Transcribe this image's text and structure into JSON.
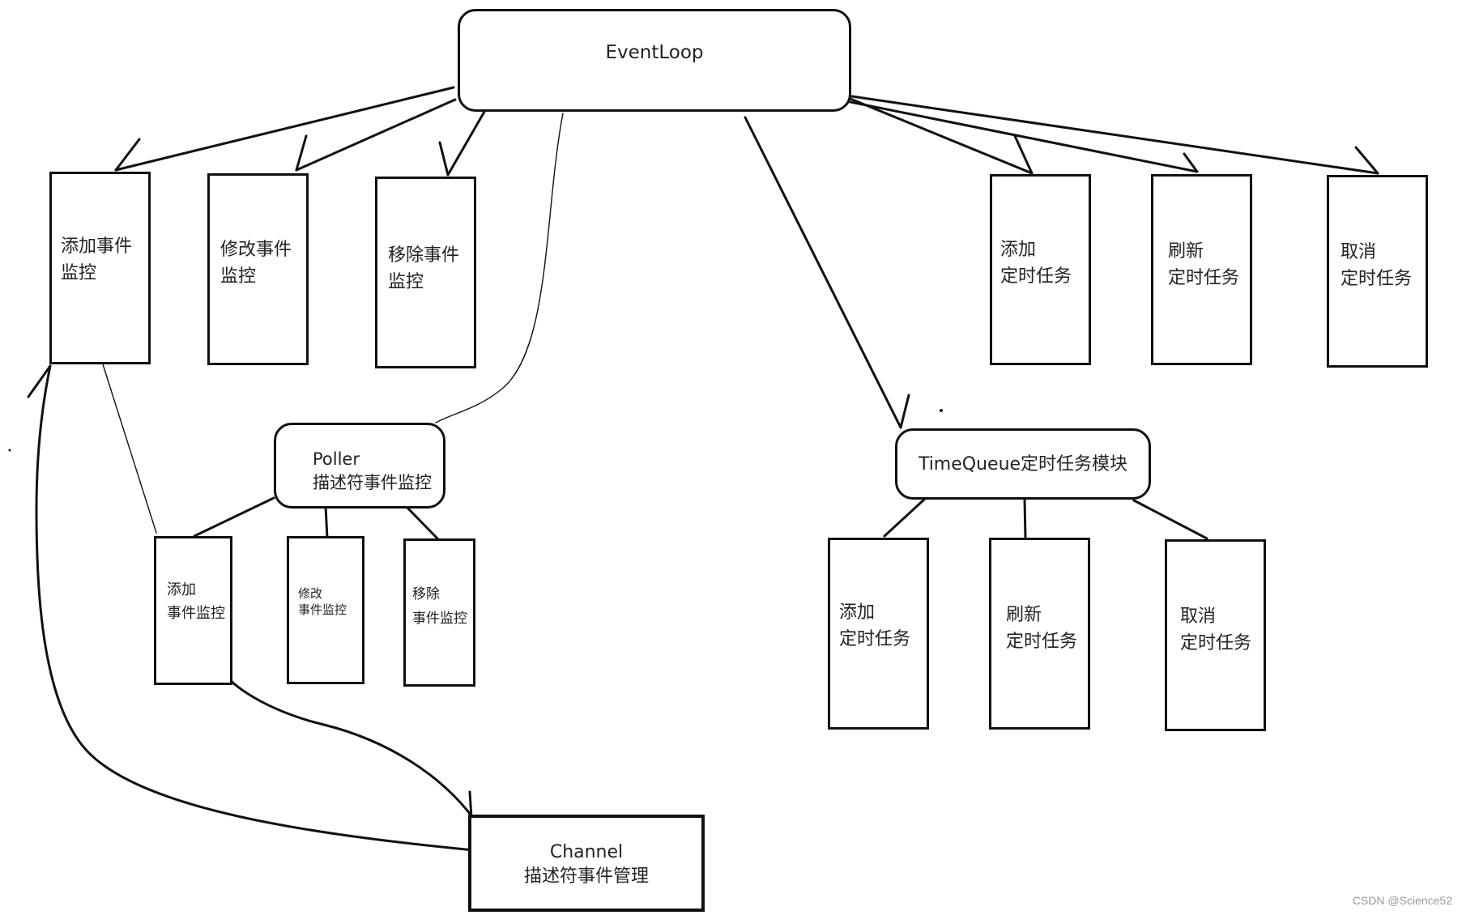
{
  "diagram": {
    "eventloop": {
      "title": "EventLoop"
    },
    "left_tasks": [
      {
        "line1": "添加事件",
        "line2": "监控"
      },
      {
        "line1": "修改事件",
        "line2": "监控"
      },
      {
        "line1": "移除事件",
        "line2": "监控"
      }
    ],
    "right_tasks": [
      {
        "line1": "添加",
        "line2": "定时任务"
      },
      {
        "line1": "刷新",
        "line2": "定时任务"
      },
      {
        "line1": "取消",
        "line2": "定时任务"
      }
    ],
    "poller": {
      "line1": "Poller",
      "line2": "描述符事件监控"
    },
    "poller_children": [
      {
        "line1": "添加",
        "line2": "事件监控"
      },
      {
        "line1": "修改",
        "line2": "事件监控"
      },
      {
        "line1": "移除",
        "line2": "事件监控"
      }
    ],
    "timequeue": {
      "title": "TimeQueue定时任务模块"
    },
    "timequeue_children": [
      {
        "line1": "添加",
        "line2": "定时任务"
      },
      {
        "line1": "刷新",
        "line2": "定时任务"
      },
      {
        "line1": "取消",
        "line2": "定时任务"
      }
    ],
    "channel": {
      "line1": "Channel",
      "line2": "描述符事件管理"
    },
    "colors": {
      "stroke": "#111111",
      "text": "#222222",
      "watermark": "#9a9a9a"
    }
  },
  "watermark": "CSDN @Science52"
}
